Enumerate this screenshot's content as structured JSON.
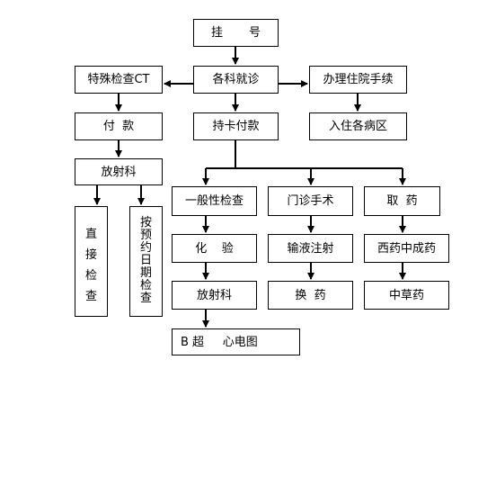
{
  "nodes": {
    "register": "挂       号",
    "consult": "各科就诊",
    "special_ct": "特殊检查CT",
    "admission": "办理住院手续",
    "pay_left": "付  款",
    "card_pay": "持卡付款",
    "ward": "入住各病区",
    "radiology_left": "放射科",
    "direct_exam_chars": [
      "直",
      "接",
      "检",
      "查"
    ],
    "appt_exam_chars": [
      "按",
      "预",
      "约",
      "日",
      "期",
      "检",
      "查"
    ],
    "general_exam": "一般性检查",
    "outpatient_surgery": "门诊手术",
    "take_medicine": "取  药",
    "lab": "化    验",
    "infusion": "输液注射",
    "medicine_types": "西药中成药",
    "radiology_mid": "放射科",
    "dressing": "换  药",
    "herbal": "中草药",
    "b_ultrasound_ecg": "B 超     心电图"
  }
}
